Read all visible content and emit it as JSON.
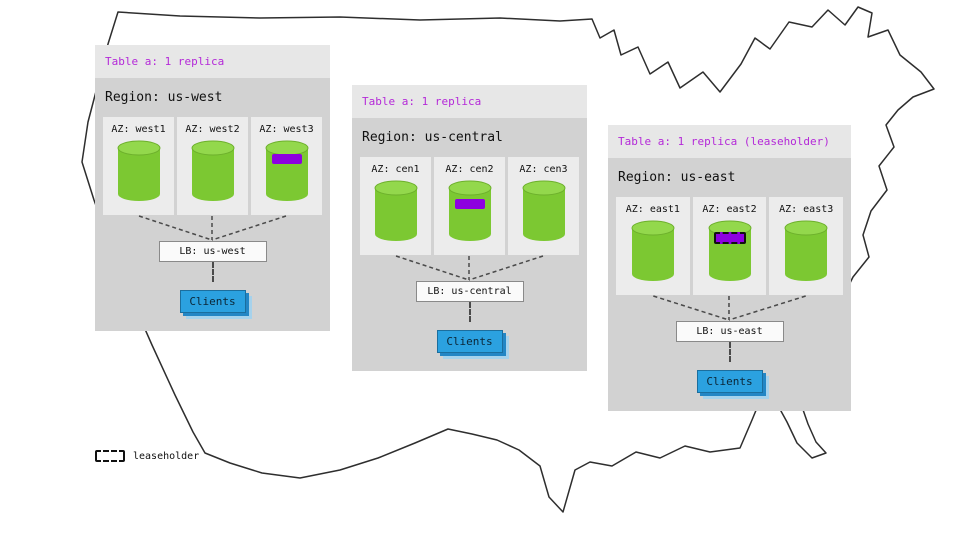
{
  "legend": {
    "label": "leaseholder"
  },
  "regions": [
    {
      "table_label": "Table a: 1 replica",
      "region_label": "Region: us-west",
      "azs": [
        {
          "label": "AZ: west1"
        },
        {
          "label": "AZ: west2"
        },
        {
          "label": "AZ: west3"
        }
      ],
      "lb_label": "LB: us-west",
      "clients_label": "Clients"
    },
    {
      "table_label": "Table a: 1 replica",
      "region_label": "Region: us-central",
      "azs": [
        {
          "label": "AZ: cen1"
        },
        {
          "label": "AZ: cen2"
        },
        {
          "label": "AZ: cen3"
        }
      ],
      "lb_label": "LB: us-central",
      "clients_label": "Clients"
    },
    {
      "table_label": "Table a: 1 replica (leaseholder)",
      "region_label": "Region: us-east",
      "azs": [
        {
          "label": "AZ: east1"
        },
        {
          "label": "AZ: east2"
        },
        {
          "label": "AZ: east3"
        }
      ],
      "lb_label": "LB: us-east",
      "clients_label": "Clients"
    }
  ],
  "colors": {
    "replica_green": "#7cc832",
    "replica_green_top": "#93d84c",
    "marker_purple": "#8d00e0",
    "clients_blue": "#2ba1e0",
    "table_label_purple": "#b429d8",
    "card_gray": "#d2d2d2"
  }
}
